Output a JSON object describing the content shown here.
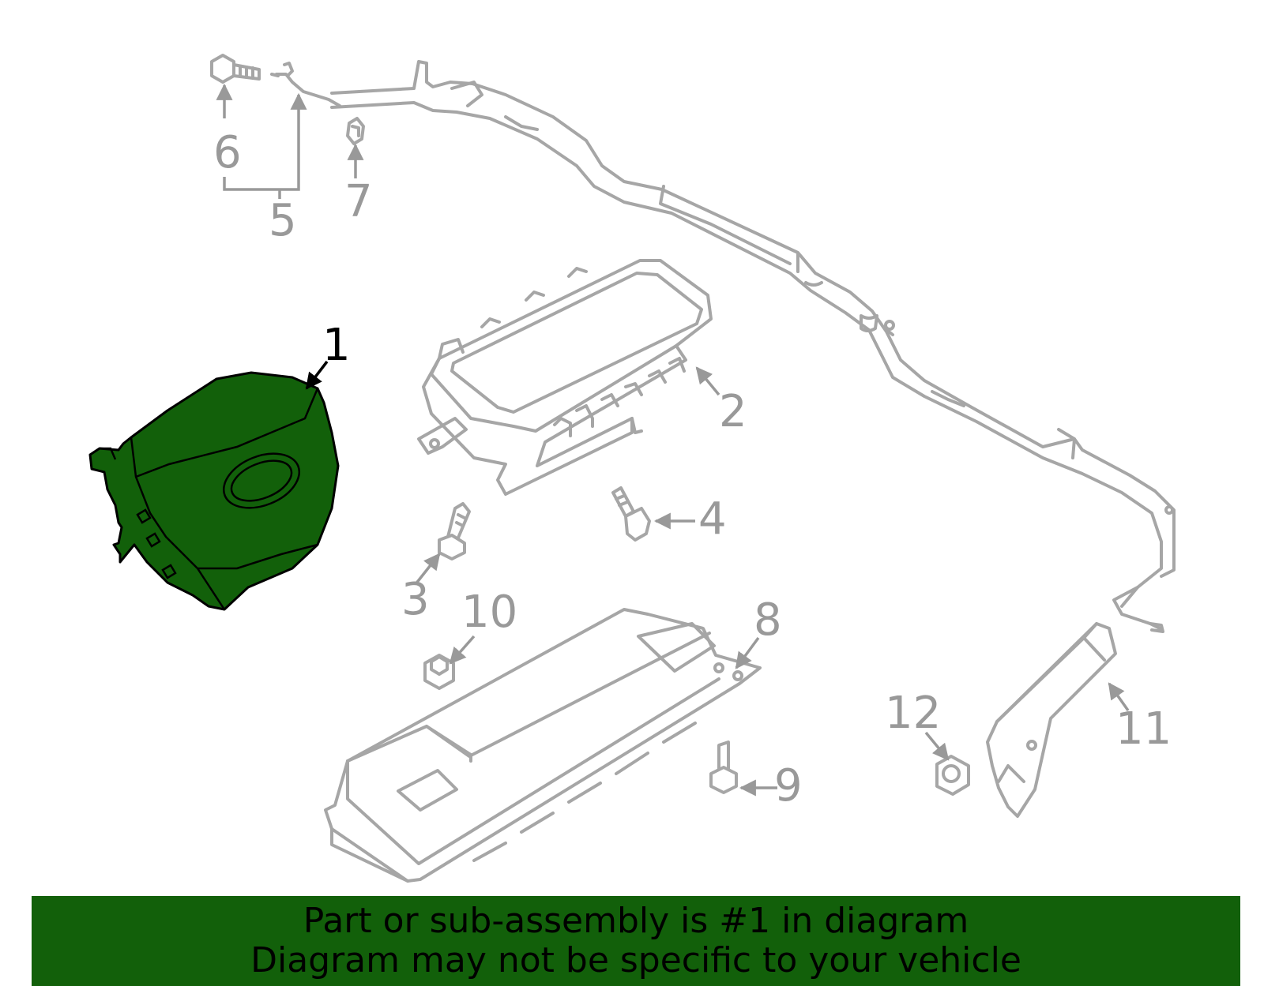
{
  "callouts": {
    "c1": "1",
    "c2": "2",
    "c3": "3",
    "c4": "4",
    "c5": "5",
    "c6": "6",
    "c7": "7",
    "c8": "8",
    "c9": "9",
    "c10": "10",
    "c11": "11",
    "c12": "12"
  },
  "highlighted_part": "1",
  "colors": {
    "highlight": "#12600a",
    "line_art": "#a6a6a6",
    "banner": "#12600a",
    "banner_text": "#000000"
  },
  "banner": {
    "line1": "Part or sub-assembly is #1 in diagram",
    "line2": "Diagram may not be specific to your vehicle"
  }
}
